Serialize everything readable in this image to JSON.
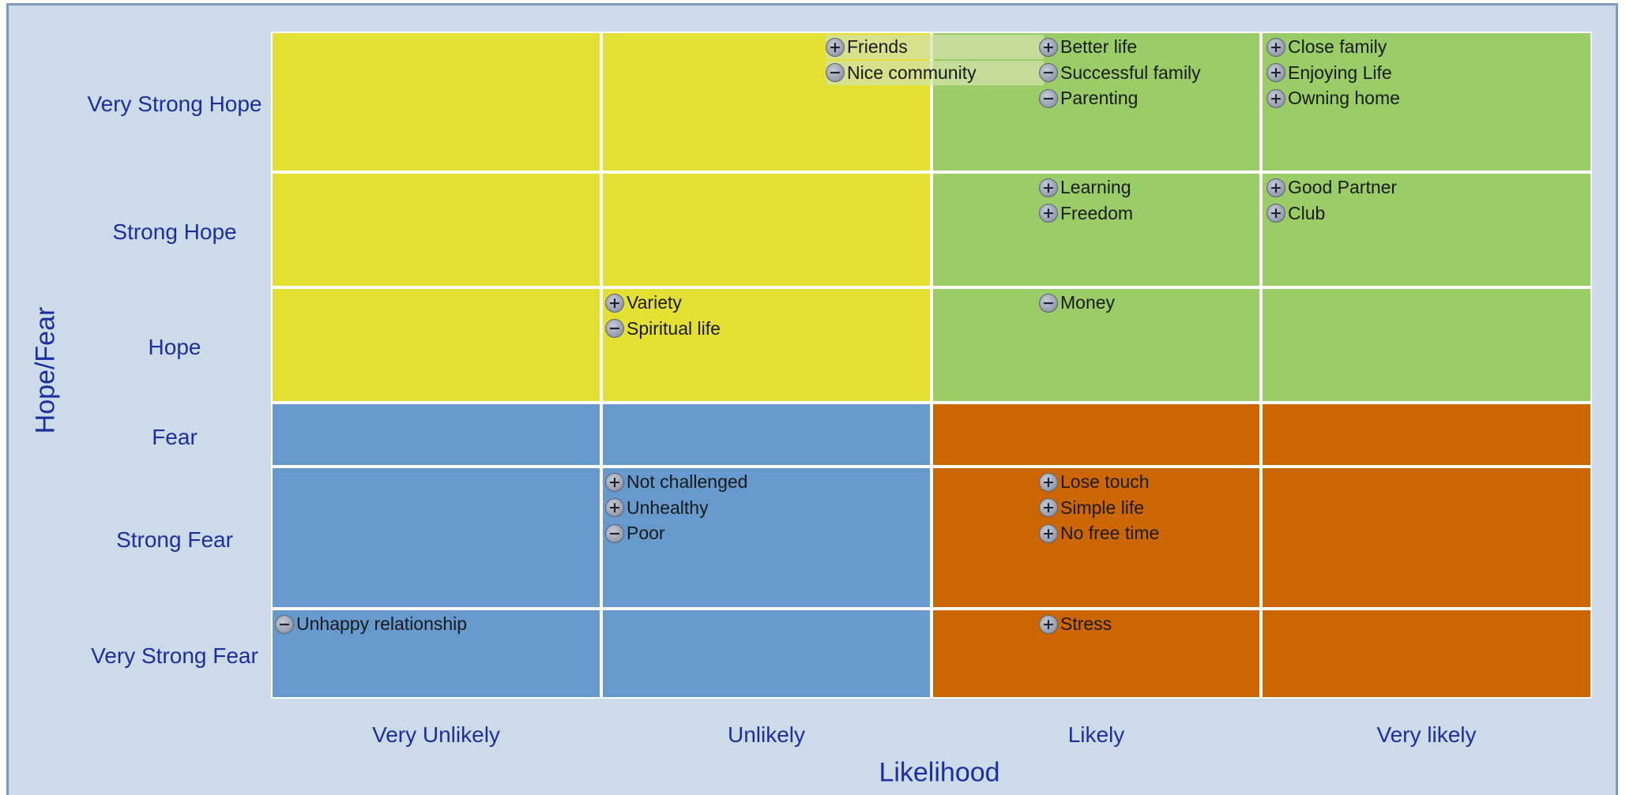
{
  "x_axis_title": "Likelihood",
  "y_axis_title": "Hope/Fear",
  "columns": [
    "Very Unlikely",
    "Unlikely",
    "Likely",
    "Very likely"
  ],
  "rows": [
    "Very Strong Hope",
    "Strong Hope",
    "Hope",
    "Fear",
    "Strong Fear",
    "Very Strong Fear"
  ],
  "colors": {
    "hope_unlikely": "#e4e033",
    "hope_likely": "#9acd67",
    "fear_unlikely": "#6699cc",
    "fear_likely": "#cc6600",
    "background": "#cddbe8",
    "label_text": "#1a2fa0"
  },
  "items": [
    {
      "label": "Friends",
      "sign": "plus",
      "column": "Unlikely",
      "row": "Very Strong Hope",
      "highlighted": true
    },
    {
      "label": "Nice community",
      "sign": "minus",
      "column": "Unlikely",
      "row": "Very Strong Hope",
      "highlighted": true
    },
    {
      "label": "Better life",
      "sign": "plus",
      "column": "Likely",
      "row": "Very Strong Hope"
    },
    {
      "label": "Successful family",
      "sign": "minus",
      "column": "Likely",
      "row": "Very Strong Hope"
    },
    {
      "label": "Parenting",
      "sign": "minus",
      "column": "Likely",
      "row": "Very Strong Hope"
    },
    {
      "label": "Close family",
      "sign": "plus",
      "column": "Very likely",
      "row": "Very Strong Hope"
    },
    {
      "label": "Enjoying Life",
      "sign": "plus",
      "column": "Very likely",
      "row": "Very Strong Hope"
    },
    {
      "label": "Owning home",
      "sign": "plus",
      "column": "Very likely",
      "row": "Very Strong Hope"
    },
    {
      "label": "Learning",
      "sign": "plus",
      "column": "Likely",
      "row": "Strong Hope"
    },
    {
      "label": "Freedom",
      "sign": "plus",
      "column": "Likely",
      "row": "Strong Hope"
    },
    {
      "label": "Good Partner",
      "sign": "plus",
      "column": "Very likely",
      "row": "Strong Hope"
    },
    {
      "label": "Club",
      "sign": "plus",
      "column": "Very likely",
      "row": "Strong Hope"
    },
    {
      "label": "Variety",
      "sign": "plus",
      "column": "Unlikely",
      "row": "Hope"
    },
    {
      "label": "Spiritual life",
      "sign": "minus",
      "column": "Unlikely",
      "row": "Hope"
    },
    {
      "label": "Money",
      "sign": "minus",
      "column": "Likely",
      "row": "Hope"
    },
    {
      "label": "Not challenged",
      "sign": "plus",
      "column": "Unlikely",
      "row": "Strong Fear"
    },
    {
      "label": "Unhealthy",
      "sign": "plus",
      "column": "Unlikely",
      "row": "Strong Fear"
    },
    {
      "label": "Poor",
      "sign": "minus",
      "column": "Unlikely",
      "row": "Strong Fear"
    },
    {
      "label": "Lose touch",
      "sign": "plus",
      "column": "Likely",
      "row": "Strong Fear"
    },
    {
      "label": "Simple life",
      "sign": "plus",
      "column": "Likely",
      "row": "Strong Fear"
    },
    {
      "label": "No free time",
      "sign": "plus",
      "column": "Likely",
      "row": "Strong Fear"
    },
    {
      "label": "Unhappy relationship",
      "sign": "minus",
      "column": "Very Unlikely",
      "row": "Very Strong Fear"
    },
    {
      "label": "Stress",
      "sign": "plus",
      "column": "Likely",
      "row": "Very Strong Fear"
    }
  ]
}
